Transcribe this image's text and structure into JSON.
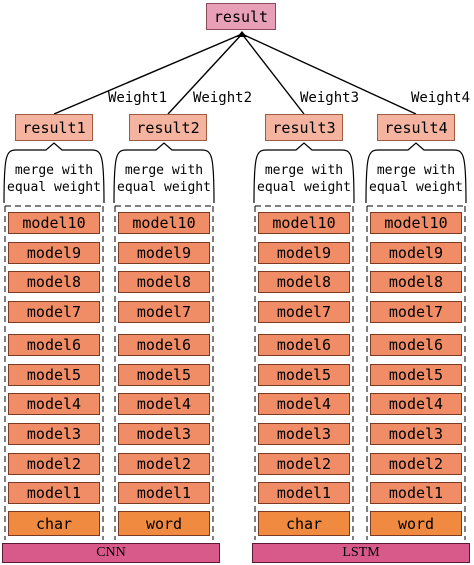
{
  "top": {
    "label": "result"
  },
  "weights": [
    "Weight1",
    "Weight2",
    "Weight3",
    "Weight4"
  ],
  "columns": [
    {
      "result": "result1",
      "merge_lines": [
        "merge with",
        "equal weight"
      ],
      "models": [
        "model10",
        "model9",
        "model8",
        "model7",
        "model6",
        "model5",
        "model4",
        "model3",
        "model2",
        "model1"
      ],
      "input": "char"
    },
    {
      "result": "result2",
      "merge_lines": [
        "merge with",
        "equal weight"
      ],
      "models": [
        "model10",
        "model9",
        "model8",
        "model7",
        "model6",
        "model5",
        "model4",
        "model3",
        "model2",
        "model1"
      ],
      "input": "word"
    },
    {
      "result": "result3",
      "merge_lines": [
        "merge with",
        "equal weight"
      ],
      "models": [
        "model10",
        "model9",
        "model8",
        "model7",
        "model6",
        "model5",
        "model4",
        "model3",
        "model2",
        "model1"
      ],
      "input": "char"
    },
    {
      "result": "result4",
      "merge_lines": [
        "merge with",
        "equal weight"
      ],
      "models": [
        "model10",
        "model9",
        "model8",
        "model7",
        "model6",
        "model5",
        "model4",
        "model3",
        "model2",
        "model1"
      ],
      "input": "word"
    }
  ],
  "groups": [
    {
      "label": "CNN"
    },
    {
      "label": "LSTM"
    }
  ],
  "colors": {
    "top": "#e8a0b8",
    "result": "#f4b4a0",
    "model": "#f08c66",
    "input": "#f08a40",
    "group_bar": "#d75a8a"
  }
}
